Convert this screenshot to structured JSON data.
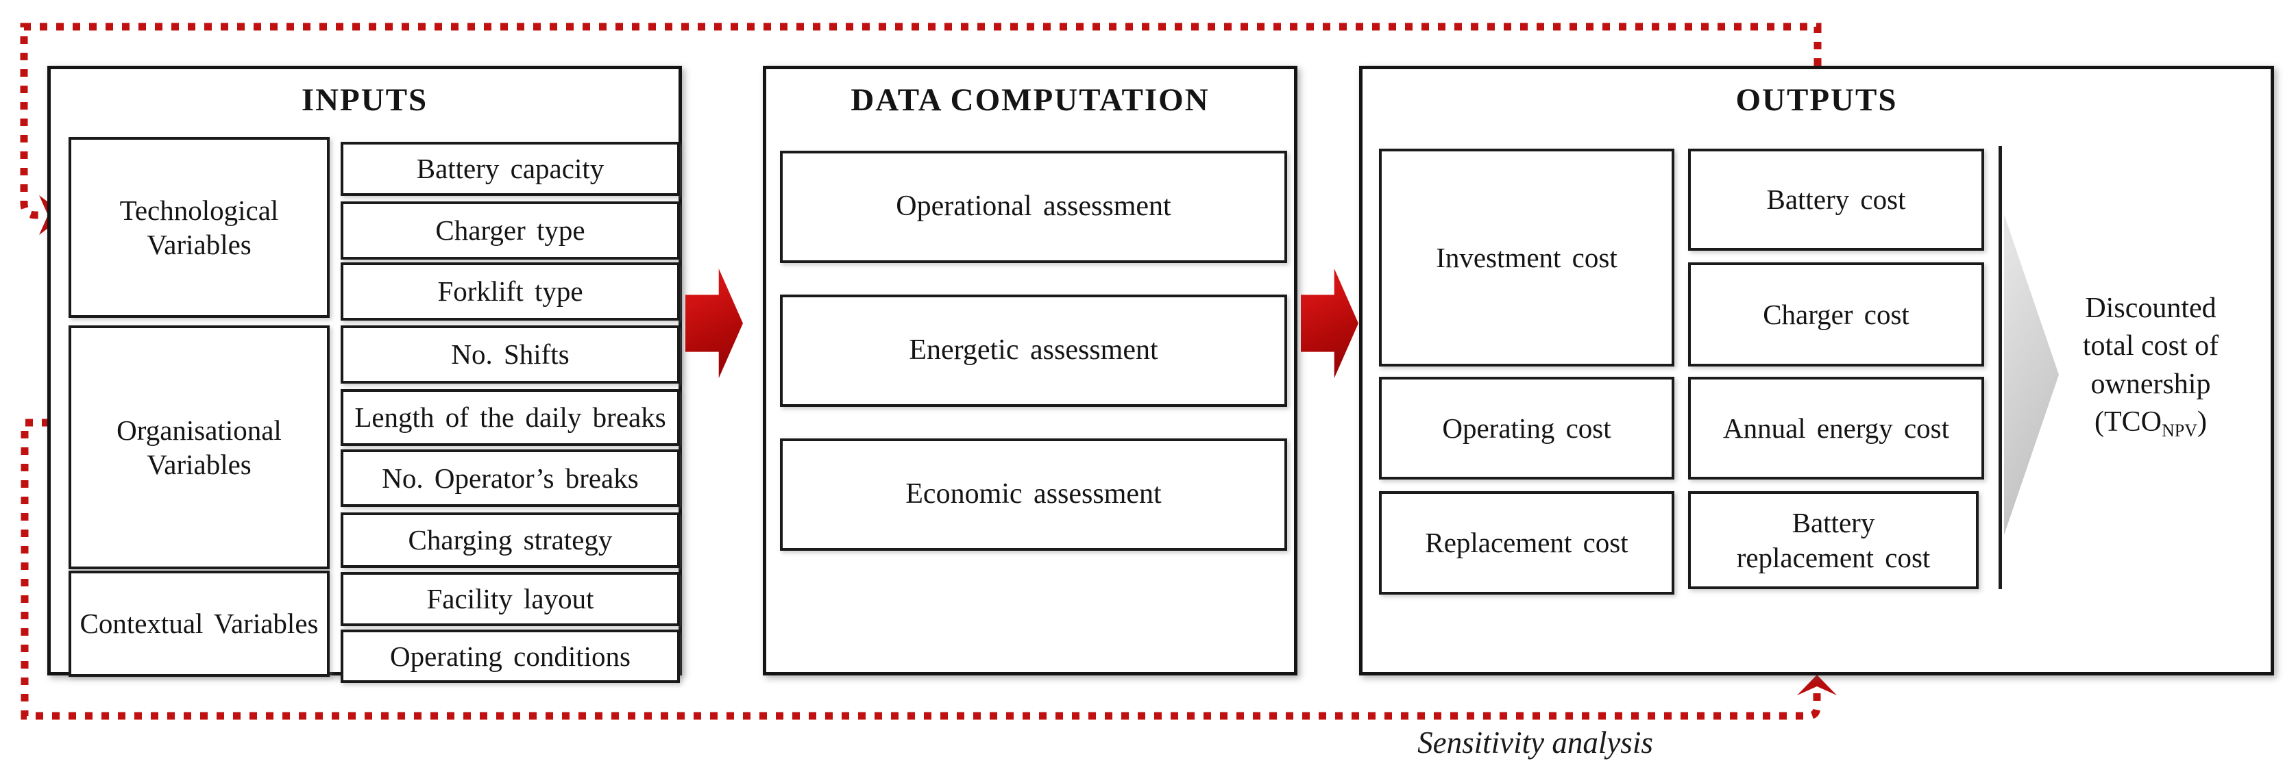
{
  "panels": {
    "inputs": {
      "title": "INPUTS",
      "categories": [
        "Technological Variables",
        "Organisational Variables",
        "Contextual Variables"
      ],
      "variables": [
        "Battery capacity",
        "Charger type",
        "Forklift type",
        "No. Shifts",
        "Length of the daily breaks",
        "No. Operator’s breaks",
        "Charging strategy",
        "Facility layout",
        "Operating conditions"
      ]
    },
    "computation": {
      "title": "DATA COMPUTATION",
      "steps": [
        "Operational assessment",
        "Energetic assessment",
        "Economic assessment"
      ]
    },
    "outputs": {
      "title": "OUTPUTS",
      "left_costs": [
        "Investment cost",
        "Operating cost",
        "Replacement cost"
      ],
      "right_costs": [
        "Battery cost",
        "Charger cost",
        "Annual energy cost",
        "Battery replacement cost"
      ],
      "result": {
        "lines": [
          "Discounted",
          "total cost of",
          "ownership"
        ],
        "tco_prefix": "(TCO",
        "tco_sub": "NPV",
        "tco_suffix": ")"
      }
    }
  },
  "annotations": {
    "sensitivity_label": "Sensitivity analysis"
  },
  "colors": {
    "block_arrow_red": "#c00a0a",
    "dotted_line_red": "#c01010",
    "gray_arrow": "#d2d2d2",
    "border_black": "#141414"
  }
}
